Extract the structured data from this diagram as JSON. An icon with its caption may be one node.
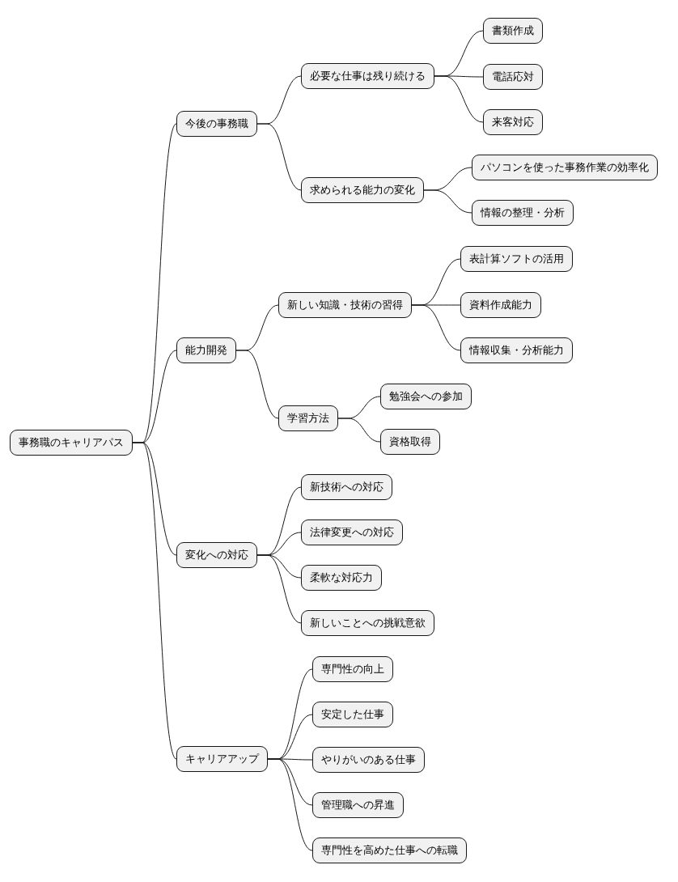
{
  "diagram": {
    "nodes": [
      {
        "text": [
          "事務職のキャリアパス"
        ]
      },
      {
        "text": [
          "今後の事務職"
        ]
      },
      {
        "text": [
          "必要な仕事は残り続ける"
        ]
      },
      {
        "text": [
          "書類作成"
        ]
      },
      {
        "text": [
          "電話応対"
        ]
      },
      {
        "text": [
          "来客対応"
        ]
      },
      {
        "text": [
          "求められる能力の変化"
        ]
      },
      {
        "text": [
          "パソコンを使った事務作業の効率化"
        ]
      },
      {
        "text": [
          "情報の整理・分析"
        ]
      },
      {
        "text": [
          "能力開発"
        ]
      },
      {
        "text": [
          "新しい知識・技術の習得"
        ]
      },
      {
        "text": [
          "表計算ソフトの活用"
        ]
      },
      {
        "text": [
          "資料作成能力"
        ]
      },
      {
        "text": [
          "情報収集・分析能力"
        ]
      },
      {
        "text": [
          "学習方法"
        ]
      },
      {
        "text": [
          "勉強会への参加"
        ]
      },
      {
        "text": [
          "資格取得"
        ]
      },
      {
        "text": [
          "変化への対応"
        ]
      },
      {
        "text": [
          "新技術への対応"
        ]
      },
      {
        "text": [
          "法律変更への対応"
        ]
      },
      {
        "text": [
          "柔軟な対応力"
        ]
      },
      {
        "text": [
          "新しいことへの挑戦意欲"
        ]
      },
      {
        "text": [
          "キャリアアップ"
        ]
      },
      {
        "text": [
          "専門性の向上"
        ]
      },
      {
        "text": [
          "安定した仕事"
        ]
      },
      {
        "text": [
          "やりがいのある仕事"
        ]
      },
      {
        "text": [
          "管理職への昇進"
        ]
      },
      {
        "text": [
          "専門性を高めた仕事への転職"
        ]
      }
    ],
    "edges": [
      {
        "from": 0,
        "to": 1,
        "arrow": "none"
      },
      {
        "from": 1,
        "to": 2,
        "arrow": "none"
      },
      {
        "from": 2,
        "to": 3,
        "arrow": "none"
      },
      {
        "from": 2,
        "to": 4,
        "arrow": "none"
      },
      {
        "from": 2,
        "to": 5,
        "arrow": "none"
      },
      {
        "from": 1,
        "to": 6,
        "arrow": "none"
      },
      {
        "from": 6,
        "to": 7,
        "arrow": "none"
      },
      {
        "from": 6,
        "to": 8,
        "arrow": "none"
      },
      {
        "from": 0,
        "to": 9,
        "arrow": "none"
      },
      {
        "from": 9,
        "to": 10,
        "arrow": "none"
      },
      {
        "from": 10,
        "to": 11,
        "arrow": "none"
      },
      {
        "from": 10,
        "to": 12,
        "arrow": "none"
      },
      {
        "from": 10,
        "to": 13,
        "arrow": "none"
      },
      {
        "from": 9,
        "to": 14,
        "arrow": "none"
      },
      {
        "from": 14,
        "to": 15,
        "arrow": "none"
      },
      {
        "from": 14,
        "to": 16,
        "arrow": "none"
      },
      {
        "from": 0,
        "to": 17,
        "arrow": "none"
      },
      {
        "from": 17,
        "to": 18,
        "arrow": "none"
      },
      {
        "from": 17,
        "to": 19,
        "arrow": "none"
      },
      {
        "from": 17,
        "to": 20,
        "arrow": "none"
      },
      {
        "from": 17,
        "to": 21,
        "arrow": "none"
      },
      {
        "from": 0,
        "to": 22,
        "arrow": "none"
      },
      {
        "from": 22,
        "to": 23,
        "arrow": "none"
      },
      {
        "from": 22,
        "to": 24,
        "arrow": "none"
      },
      {
        "from": 22,
        "to": 25,
        "arrow": "none"
      },
      {
        "from": 22,
        "to": 26,
        "arrow": "none"
      },
      {
        "from": 22,
        "to": 27,
        "arrow": "none"
      }
    ]
  }
}
